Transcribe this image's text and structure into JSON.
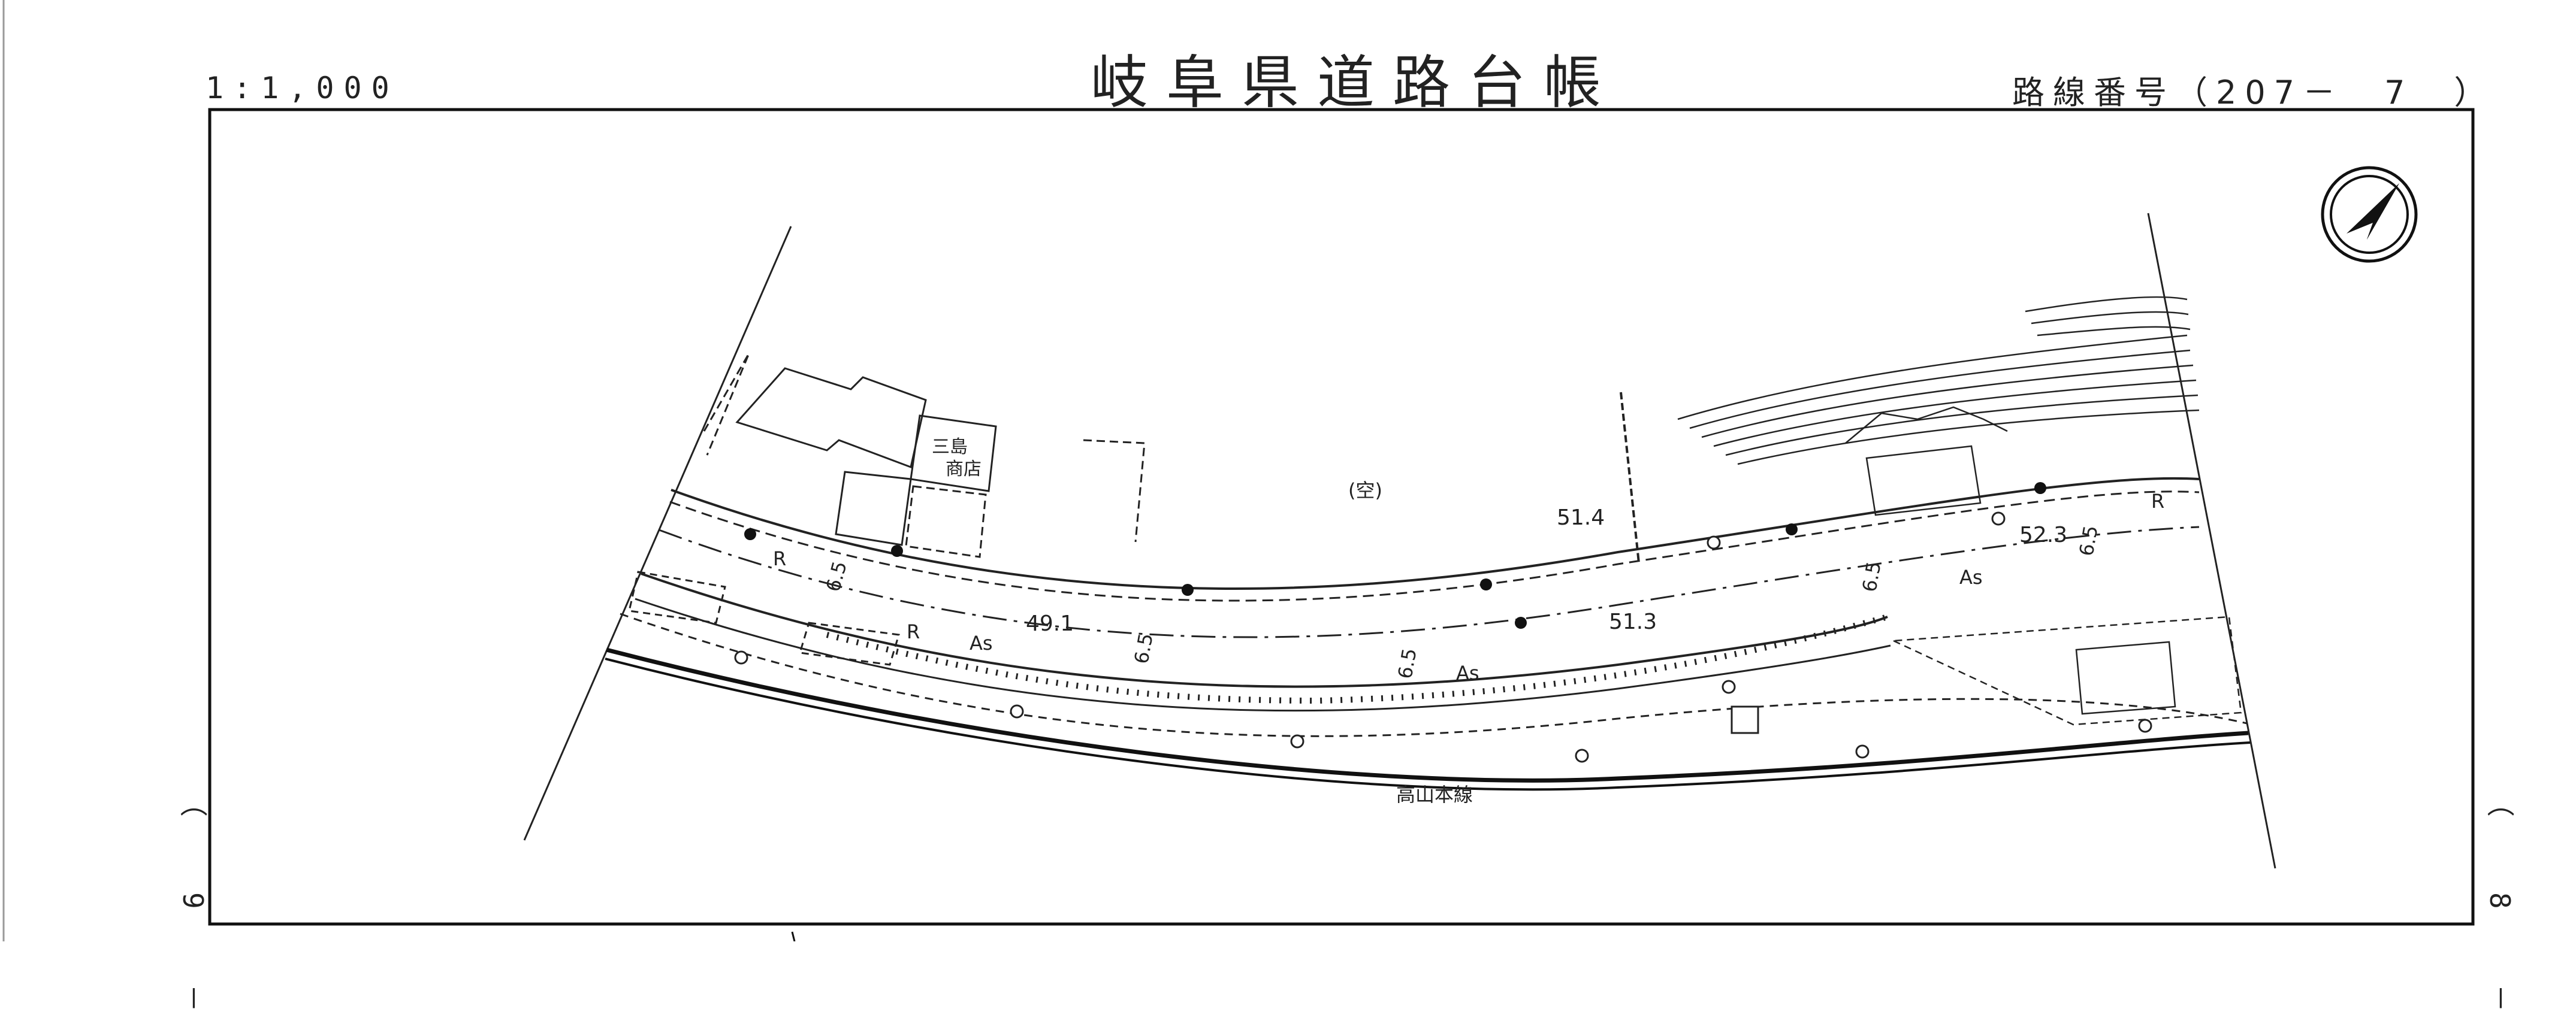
{
  "sheet": {
    "title": "岐阜県道路台帳",
    "scale": "1:1,000",
    "route_number": "路線番号（207－　7　）",
    "adjacent_left": "（　9　－",
    "adjacent_right": "（　8　－"
  },
  "map": {
    "labels": {
      "shop": "三島",
      "shop2": "商店",
      "vacant": "(空)",
      "railway": "高山本線",
      "elev_1": "51.4",
      "elev_2": "49.1",
      "elev_3": "51.3",
      "elev_4": "52.3",
      "width_1": "6.5",
      "width_2": "6.5",
      "width_3": "6.5",
      "width_4": "6.5",
      "width_5": "6.5",
      "as_1": "As",
      "as_2": "As",
      "as_3": "As",
      "r_1": "R",
      "r_2": "R",
      "r_3": "R"
    },
    "icons": [
      "north-arrow-icon"
    ]
  }
}
